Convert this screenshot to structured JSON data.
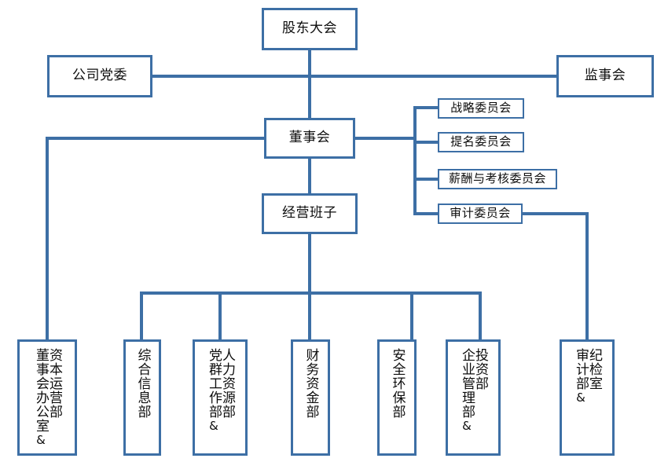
{
  "chart": {
    "type": "org-chart",
    "title": "",
    "accent_color": "#3d6fa5",
    "box_fill": "#ffffff",
    "text_color": "#0d0d0d",
    "background": "#ffffff"
  },
  "nodes": {
    "shareholders_meeting": {
      "label": "股东大会"
    },
    "party_committee": {
      "label": "公司党委"
    },
    "supervisory_board": {
      "label": "监事会"
    },
    "board_of_directors": {
      "label": "董事会"
    },
    "management_team": {
      "label": "经营班子"
    }
  },
  "committees": [
    {
      "label": "战略委员会"
    },
    {
      "label": "提名委员会"
    },
    {
      "label": "薪酬与考核委员会"
    },
    {
      "label": "审计委员会"
    }
  ],
  "departments": [
    {
      "primary": "资本运营部",
      "secondary": "董事会办公室",
      "separator": "&"
    },
    {
      "primary": "综合信息部",
      "secondary": "",
      "separator": ""
    },
    {
      "primary": "人力资源部",
      "secondary": "党群工作部",
      "separator": "&"
    },
    {
      "primary": "财务资金部",
      "secondary": "",
      "separator": ""
    },
    {
      "primary": "安全环保部",
      "secondary": "",
      "separator": ""
    },
    {
      "primary": "投资部",
      "secondary": "企业管理部",
      "separator": "&"
    },
    {
      "primary": "纪检室",
      "secondary": "审计部",
      "separator": "&"
    }
  ]
}
